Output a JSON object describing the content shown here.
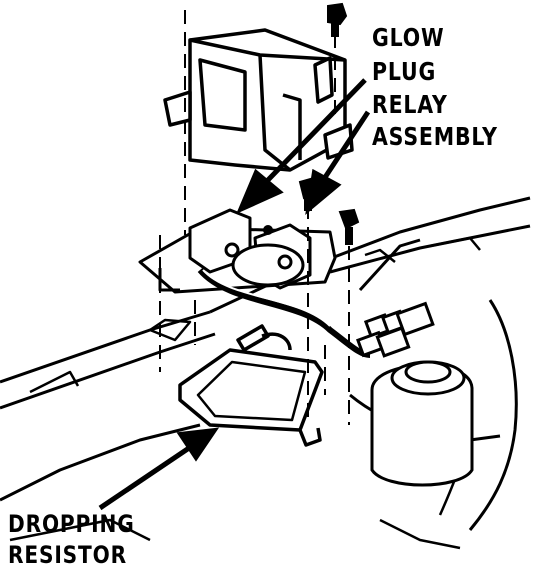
{
  "labels": {
    "glow_plug_relay": [
      "GLOW",
      "PLUG",
      "RELAY",
      "ASSEMBLY"
    ],
    "dropping_resistor": [
      "DROPPING",
      "RESISTOR"
    ]
  },
  "colors": {
    "ink": "#000000",
    "paper": "#ffffff"
  }
}
